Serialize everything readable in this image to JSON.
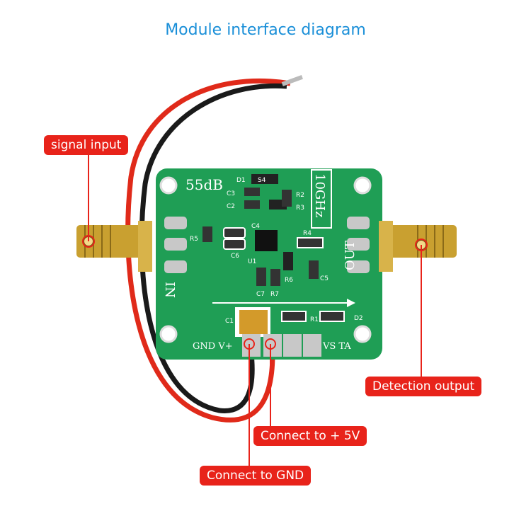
{
  "title": "Module interface diagram",
  "callouts": {
    "signal_input": "signal input",
    "detection_output": "Detection output",
    "connect_5v": "Connect to + 5V",
    "connect_gnd": "Connect to GND"
  },
  "board": {
    "gain_label": "55dB",
    "freq_label": "10GHz",
    "in_label": "IN",
    "out_label": "OUT",
    "pin_left": "GND V+",
    "pin_right": "VS TA",
    "components": [
      "D1",
      "C3",
      "C2",
      "R2",
      "R3",
      "C4",
      "R5",
      "C6",
      "U1",
      "R4",
      "C5",
      "R6",
      "C7",
      "R7",
      "C1",
      "R1",
      "D2"
    ],
    "ic_marking": "S4"
  },
  "colors": {
    "title": "#1a8fd8",
    "callout_bg": "#e8231a",
    "pcb_green": "#1f9e55",
    "connector_gold": "#c9a030"
  }
}
